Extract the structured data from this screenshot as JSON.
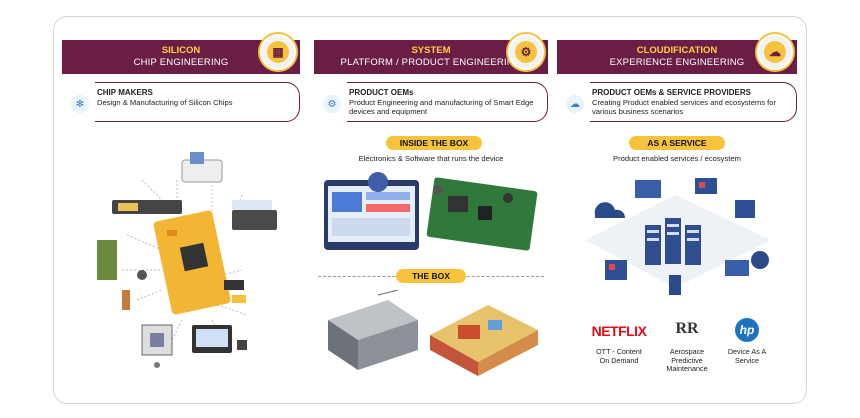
{
  "columns": [
    {
      "header_line1": "SILICON",
      "header_line2": "CHIP ENGINEERING",
      "header_icon": "chip-icon",
      "sub_title": "CHIP MAKERS",
      "sub_text": "Design & Manufacturing of Silicon Chips"
    },
    {
      "header_line1": "SYSTEM",
      "header_line2": "PLATFORM / PRODUCT ENGINEERING",
      "header_icon": "gear-icon",
      "sub_title": "PRODUCT OEMs",
      "sub_text": "Product Engineering and manufacturing of Smart Edge devices and equipment",
      "section1_label": "INSIDE THE BOX",
      "section1_caption": "Electronics & Software that runs the device",
      "section2_label": "THE BOX"
    },
    {
      "header_line1": "CLOUDIFICATION",
      "header_line2": "EXPERIENCE ENGINEERING",
      "header_icon": "cloud-icon",
      "sub_title": "PRODUCT OEMs & SERVICE PROVIDERS",
      "sub_text": "Creating Product enabled services and ecosystems for various business scenarios",
      "section1_label": "AS A SERVICE",
      "section1_caption": "Product enabled services / ecosystem",
      "logos": [
        {
          "name": "NETFLIX",
          "caption": "OTT - Content On Demand",
          "color": "#e50914"
        },
        {
          "name": "RR",
          "caption": "Aerospace Predictive Maintenance",
          "color": "#333333"
        },
        {
          "name": "hp",
          "caption": "Device As A Service",
          "color": "#1e73be"
        }
      ]
    }
  ],
  "colors": {
    "header_bg": "#6b1e45",
    "accent": "#f6c43c"
  }
}
